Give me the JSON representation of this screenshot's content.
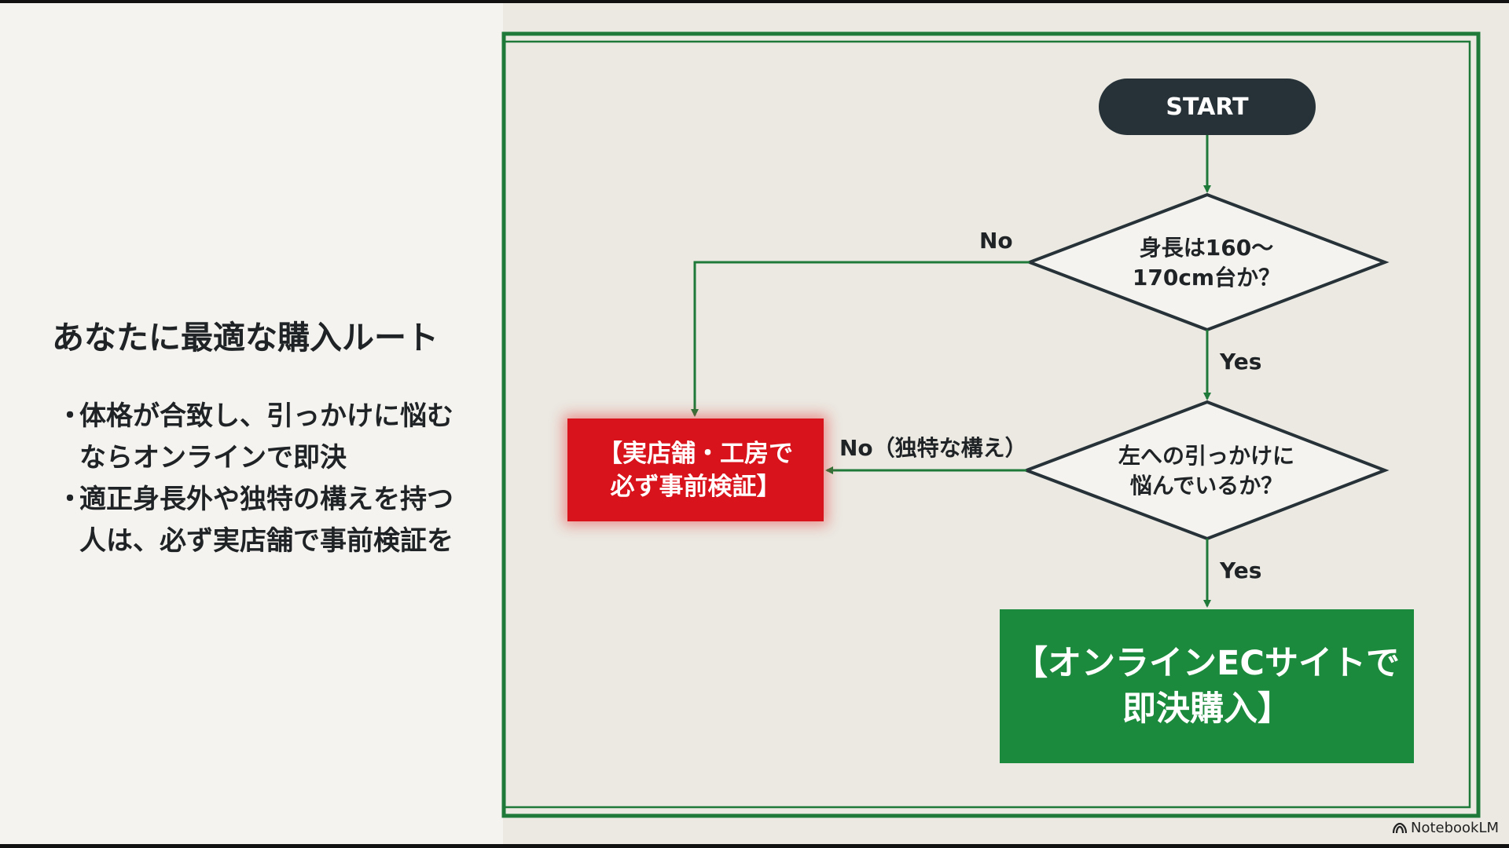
{
  "left": {
    "heading": "あなたに最適な購入ルート",
    "bullets": [
      "体格が合致し、引っかけに悩むならオンラインで即決",
      "適正身長外や独特の構えを持つ人は、必ず実店舗で事前検証を"
    ]
  },
  "flowchart": {
    "start": "START",
    "q1": [
      "身長は160〜",
      "170cm台か？"
    ],
    "q2": [
      "左への引っかけに",
      "悩んでいるか？"
    ],
    "store_result": [
      "【実店舗・工房で",
      "必ず事前検証】"
    ],
    "online_result": [
      "【オンラインECサイトで",
      "即決購入】"
    ],
    "labels": {
      "q1_no": "No",
      "q1_yes": "Yes",
      "q2_no": "No（独特な構え）",
      "q2_yes": "Yes"
    }
  },
  "watermark": "NotebookLM",
  "colors": {
    "frame_green": "#1f7a3a",
    "start_fill": "#263238",
    "store_red": "#d9131b",
    "online_green": "#1c8a3d"
  }
}
